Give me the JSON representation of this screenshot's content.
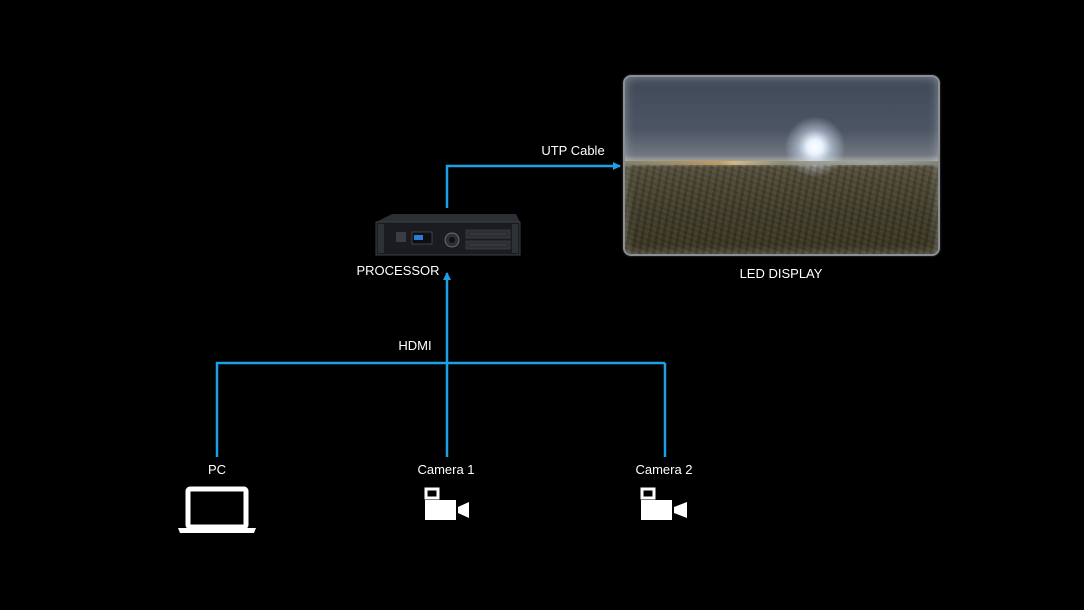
{
  "labels": {
    "utp_cable": "UTP Cable",
    "processor": "PROCESSOR",
    "led_display": "LED DISPLAY",
    "hdmi": "HDMI",
    "pc": "PC",
    "camera_1": "Camera 1",
    "camera_2": "Camera 2"
  },
  "colors": {
    "background": "#000000",
    "connector": "#1ea0e6",
    "text": "#ffffff",
    "icon": "#ffffff"
  },
  "icons": {
    "pc": "laptop-icon",
    "camera_1": "video-camera-icon",
    "camera_2": "video-camera-icon",
    "processor": "video-processor-device",
    "display": "led-display-panel"
  }
}
